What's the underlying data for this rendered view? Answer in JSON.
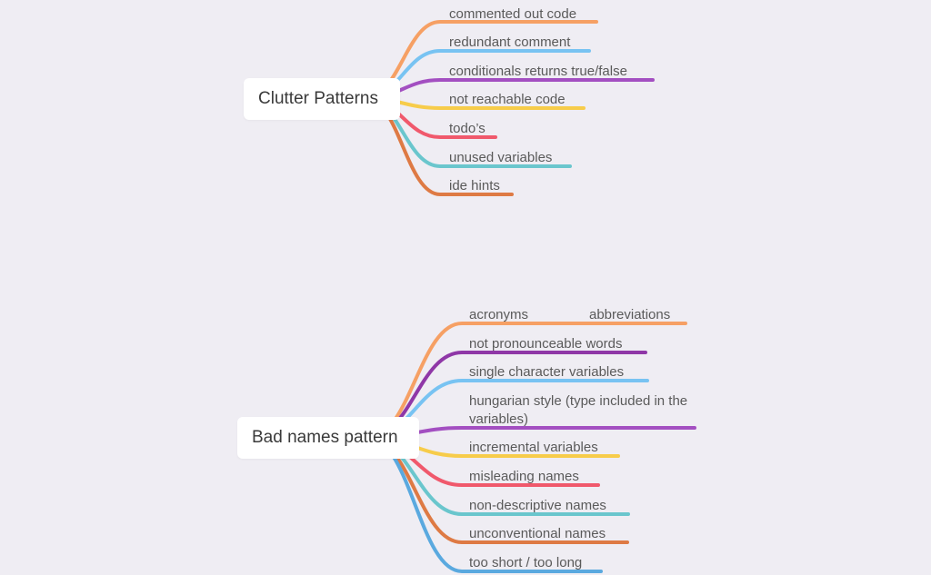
{
  "maps": [
    {
      "root": "Clutter Patterns",
      "branches": [
        {
          "label": "commented out code",
          "color": "#f6a064"
        },
        {
          "label": "redundant comment",
          "color": "#78c3f2"
        },
        {
          "label": "conditionals returns true/false",
          "color": "#a34fc1"
        },
        {
          "label": "not reachable code",
          "color": "#f7cc4a"
        },
        {
          "label": "todo’s",
          "color": "#f0596c"
        },
        {
          "label": "unused variables",
          "color": "#6ac6cd"
        },
        {
          "label": "ide hints",
          "color": "#de7a44"
        }
      ]
    },
    {
      "root": "Bad names pattern",
      "branches": [
        {
          "label": "acronyms",
          "extra": "abbreviations",
          "color": "#f6a064"
        },
        {
          "label": "not pronounceable words",
          "color": "#8f37a7"
        },
        {
          "label": "single character variables",
          "color": "#78c3f2"
        },
        {
          "label": "hungarian style (type included in the variables)",
          "color": "#a34fc1"
        },
        {
          "label": "incremental variables",
          "color": "#f7cc4a"
        },
        {
          "label": "misleading names",
          "color": "#f0596c"
        },
        {
          "label": "non-descriptive names",
          "color": "#6ac6cd"
        },
        {
          "label": "unconventional names",
          "color": "#de7a44"
        },
        {
          "label": "too short / too long",
          "color": "#5aa9df"
        }
      ]
    }
  ]
}
